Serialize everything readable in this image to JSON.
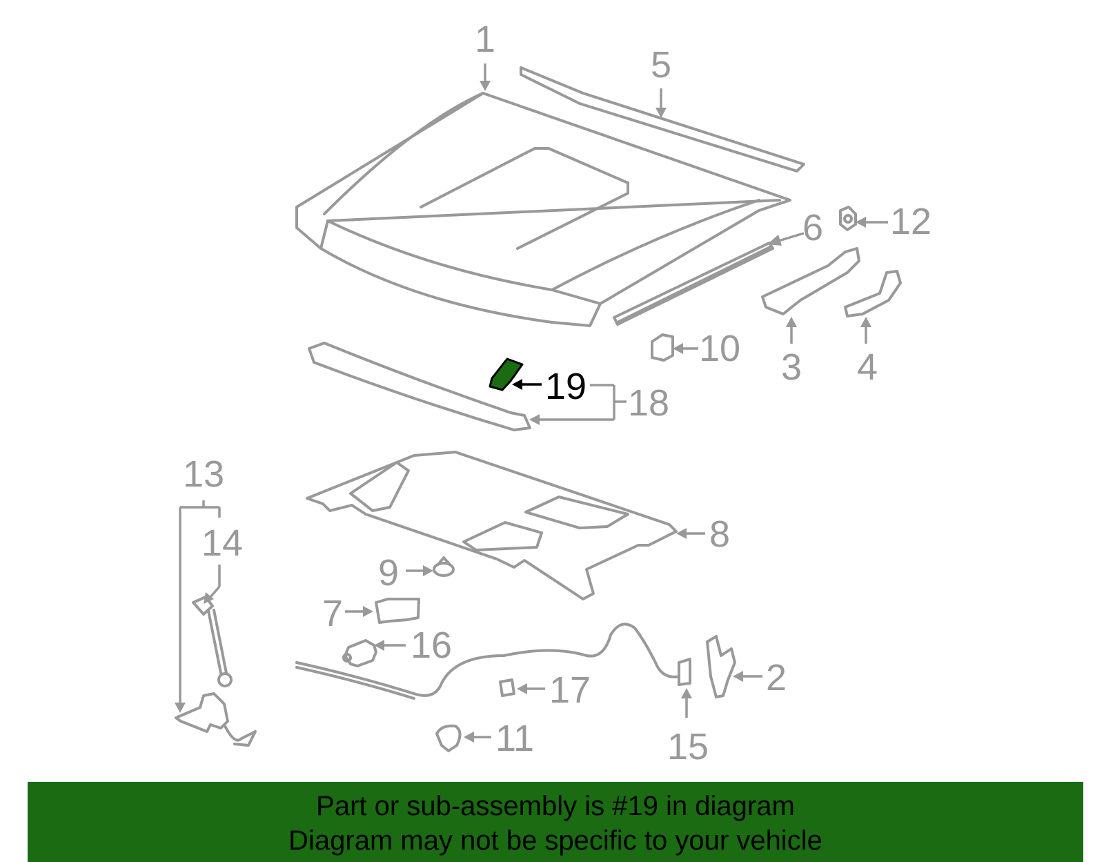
{
  "callouts": {
    "c1": "1",
    "c2": "2",
    "c3": "3",
    "c4": "4",
    "c5": "5",
    "c6": "6",
    "c7": "7",
    "c8": "8",
    "c9": "9",
    "c10": "10",
    "c11": "11",
    "c12": "12",
    "c13": "13",
    "c14": "14",
    "c15": "15",
    "c16": "16",
    "c17": "17",
    "c18": "18",
    "c19": "19"
  },
  "highlighted_part": "19",
  "colors": {
    "banner": "#1a6b12",
    "highlight": "#1a6b12",
    "lines": "#999999"
  },
  "banner": {
    "line1": "Part or sub-assembly is #19 in diagram",
    "line2": "Diagram may not be specific to your vehicle"
  }
}
